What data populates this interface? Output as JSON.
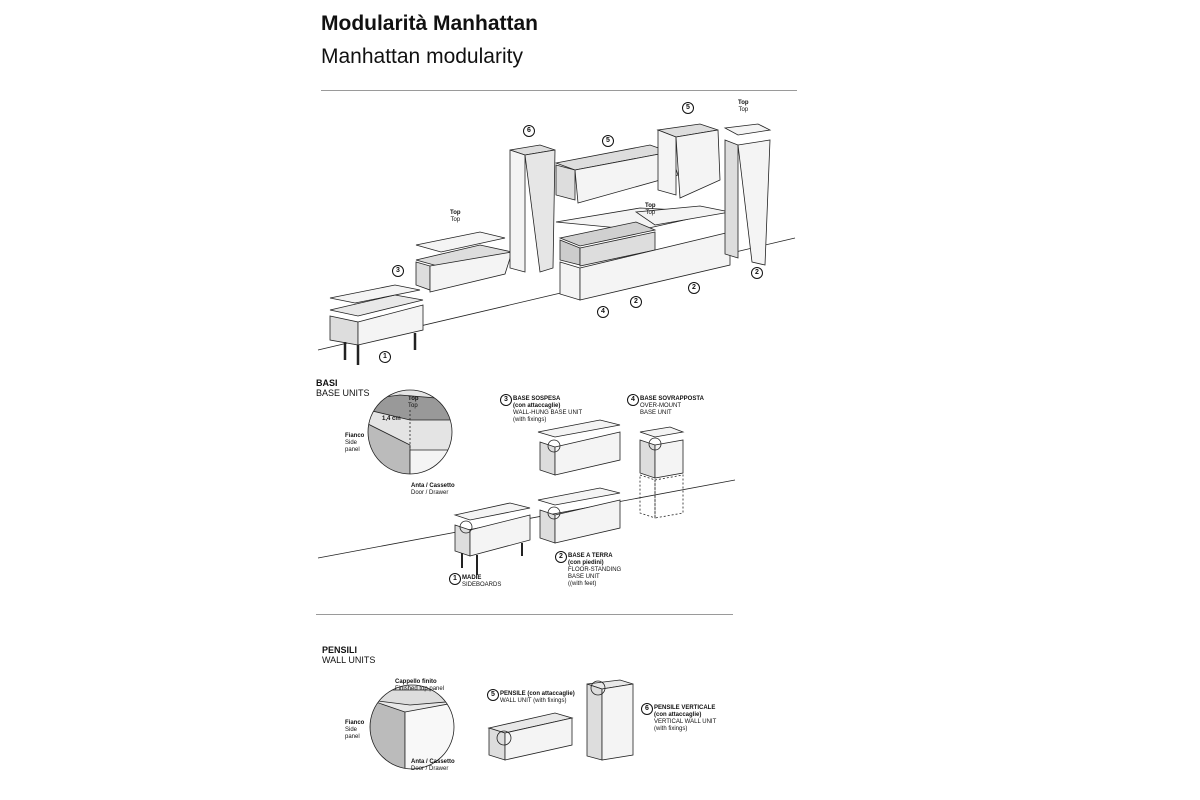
{
  "header": {
    "title_it": "Modularità Manhattan",
    "title_en": "Manhattan modularity"
  },
  "overview": {
    "top_labels": [
      {
        "it": "Top",
        "en": "Top"
      },
      {
        "it": "Top",
        "en": "Top"
      },
      {
        "it": "Top",
        "en": "Top"
      }
    ],
    "numbers": [
      "1",
      "2",
      "2",
      "2",
      "3",
      "4",
      "5",
      "5",
      "6"
    ]
  },
  "basi": {
    "title_it": "BASI",
    "title_en": "BASE UNITS",
    "detail": {
      "top_it": "Top",
      "top_en": "Top",
      "thickness": "1,4 cm",
      "side_it": "Fianco",
      "side_en1": "Side",
      "side_en2": "panel",
      "door_it": "Anta / Cassetto",
      "door_en": "Door / Drawer"
    },
    "items": [
      {
        "num": "1",
        "l1": "MADIE",
        "l2": "SIDEBOARDS"
      },
      {
        "num": "2",
        "l1": "BASE A TERRA",
        "l2": "(con piedini)",
        "l3": "FLOOR-STANDING",
        "l4": "BASE UNIT",
        "l5": "((with feet)"
      },
      {
        "num": "3",
        "l1": "BASE SOSPESA",
        "l2": "(con attaccaglie)",
        "l3": "WALL-HUNG BASE UNIT",
        "l4": "(with fixings)"
      },
      {
        "num": "4",
        "l1": "BASE SOVRAPPOSTA",
        "l2": "OVER-MOUNT",
        "l3": "BASE UNIT"
      }
    ]
  },
  "pensili": {
    "title_it": "PENSILI",
    "title_en": "WALL UNITS",
    "detail": {
      "top_it": "Cappello finito",
      "top_en": "Finished top panel",
      "side_it": "Fianco",
      "side_en1": "Side",
      "side_en2": "panel",
      "door_it": "Anta / Cassetto",
      "door_en": "Door / Drawer"
    },
    "items": [
      {
        "num": "5",
        "l1": "PENSILE (con attaccaglie)",
        "l2": "WALL UNIT (with fixings)"
      },
      {
        "num": "6",
        "l1": "PENSILE VERTICALE",
        "l2": "(con attaccaglie)",
        "l3": "VERTICAL WALL UNIT",
        "l4": "(with fixings)"
      }
    ]
  }
}
